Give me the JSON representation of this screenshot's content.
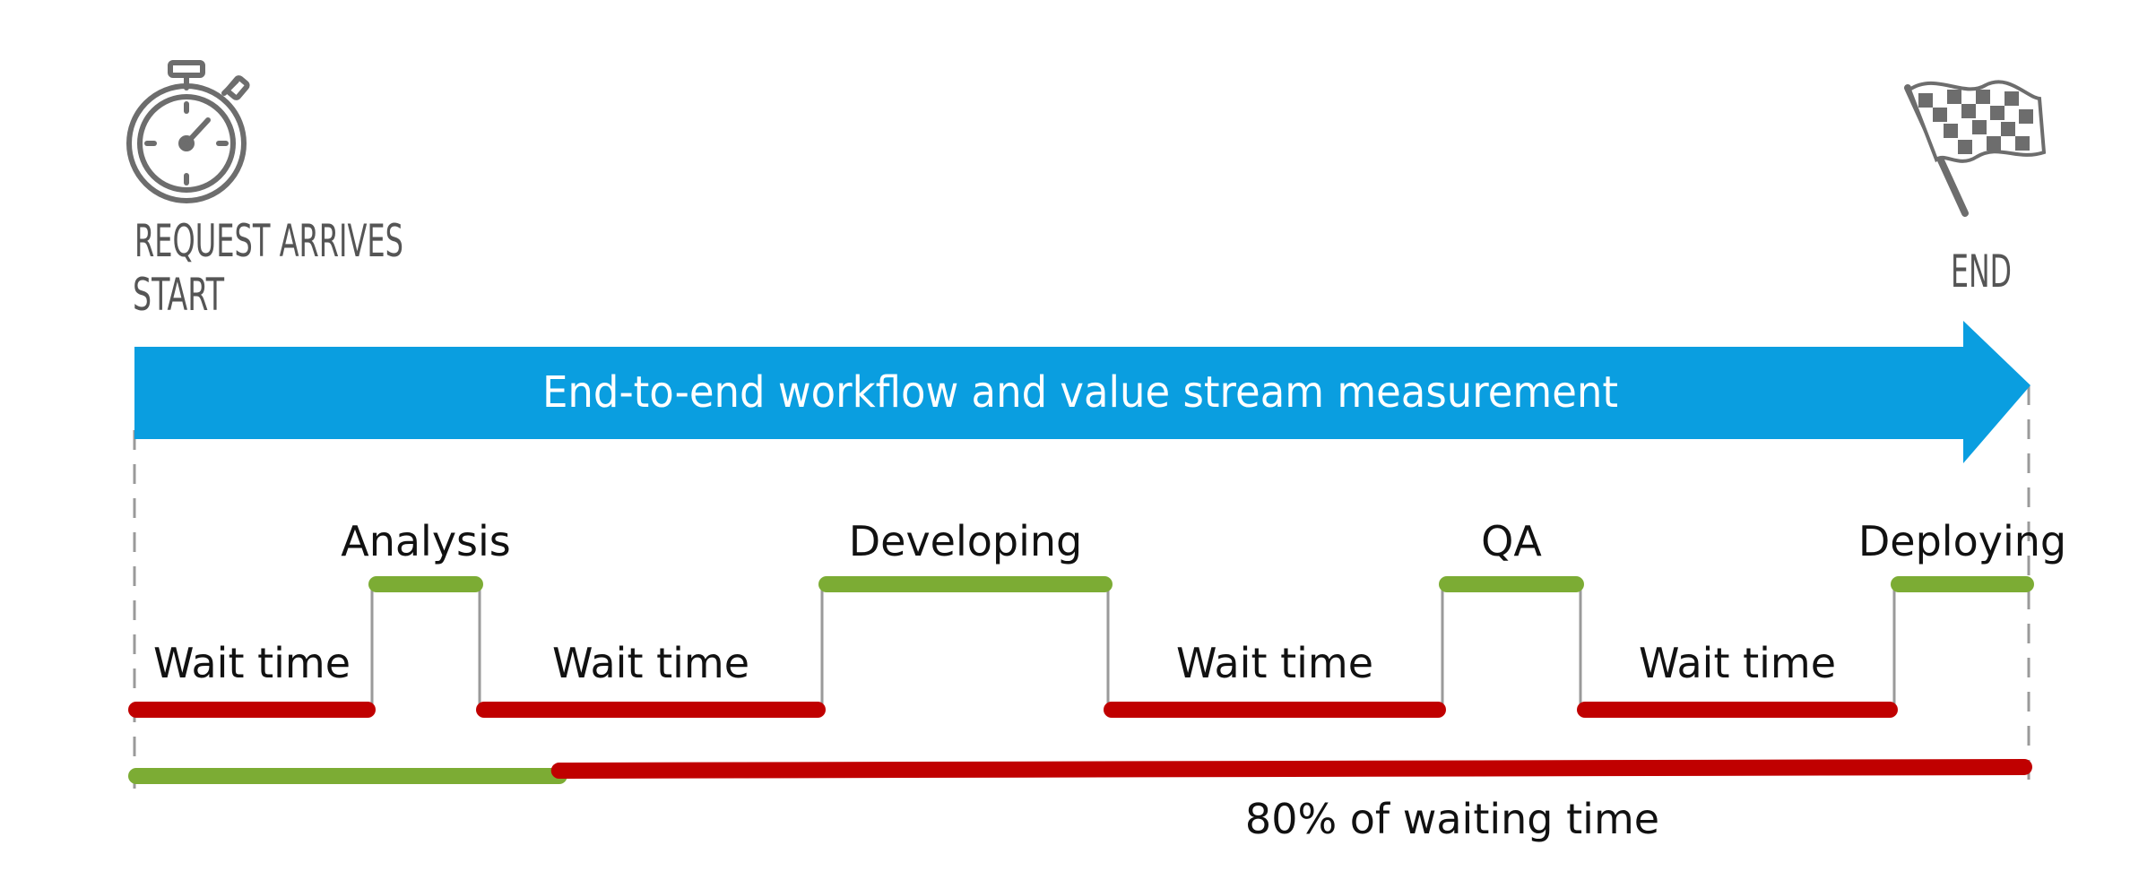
{
  "start": {
    "line1": "REQUEST ARRIVES",
    "line2": "START",
    "icon": "stopwatch-icon"
  },
  "end": {
    "label": "END",
    "icon": "checkered-flag-icon"
  },
  "banner": {
    "text": "End-to-end workflow and value stream measurement"
  },
  "stages": [
    {
      "label": "Wait time",
      "kind": "wait"
    },
    {
      "label": "Analysis",
      "kind": "work"
    },
    {
      "label": "Wait time",
      "kind": "wait"
    },
    {
      "label": "Developing",
      "kind": "work"
    },
    {
      "label": "Wait time",
      "kind": "wait"
    },
    {
      "label": "QA",
      "kind": "work"
    },
    {
      "label": "Wait time",
      "kind": "wait"
    },
    {
      "label": "Deploying",
      "kind": "work"
    }
  ],
  "summary": {
    "label": "80% of waiting time",
    "waiting_share": 0.8
  },
  "colors": {
    "banner": "#0a9ee0",
    "work": "#7cac34",
    "wait": "#c00000",
    "connector": "#9a9a9a",
    "icon": "#6d6d6d"
  }
}
